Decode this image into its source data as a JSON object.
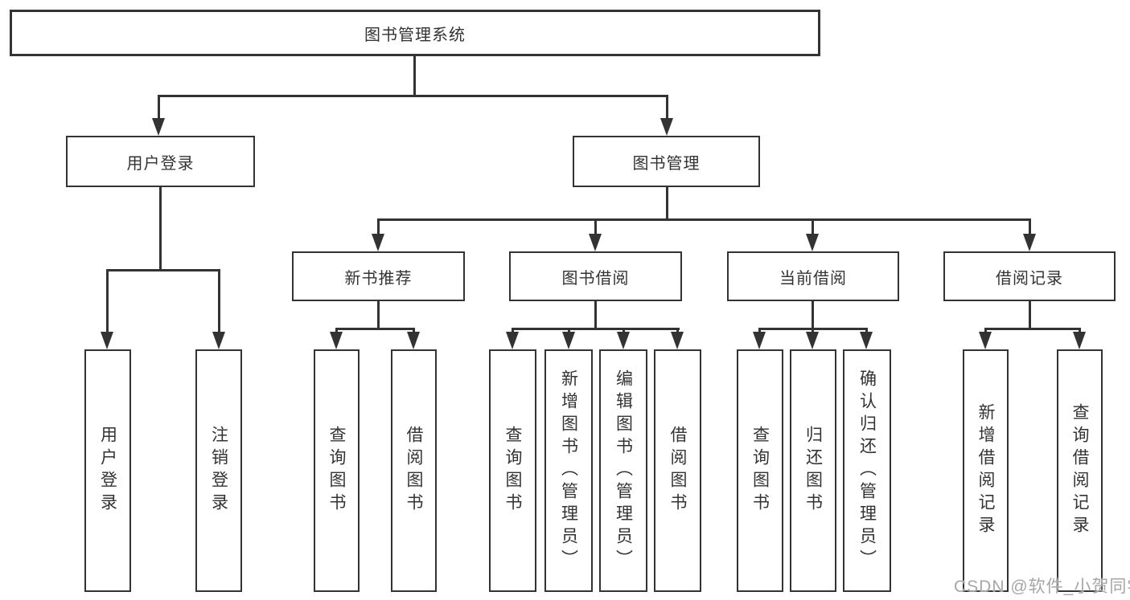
{
  "diagram_title": "图书管理系统",
  "colors": {
    "line": "#333333",
    "text": "#333333",
    "background": "#ffffff",
    "watermark": "#a6a6a6"
  },
  "tree": {
    "root": {
      "label": "图书管理系统"
    },
    "branches": [
      {
        "label": "用户登录",
        "children": [
          {
            "label": "用户登录"
          },
          {
            "label": "注销登录"
          }
        ]
      },
      {
        "label": "图书管理",
        "children": [
          {
            "label": "新书推荐",
            "children": [
              {
                "label": "查询图书"
              },
              {
                "label": "借阅图书"
              }
            ]
          },
          {
            "label": "图书借阅",
            "children": [
              {
                "label": "查询图书"
              },
              {
                "label": "新增图书（管理员）"
              },
              {
                "label": "编辑图书（管理员）"
              },
              {
                "label": "借阅图书"
              }
            ]
          },
          {
            "label": "当前借阅",
            "children": [
              {
                "label": "查询图书"
              },
              {
                "label": "归还图书"
              },
              {
                "label": "确认归还（管理员）"
              }
            ]
          },
          {
            "label": "借阅记录",
            "children": [
              {
                "label": "新增借阅记录"
              },
              {
                "label": "查询借阅记录"
              }
            ]
          }
        ]
      }
    ]
  },
  "watermark": {
    "text": "CSDN @软件_小贺同学"
  }
}
